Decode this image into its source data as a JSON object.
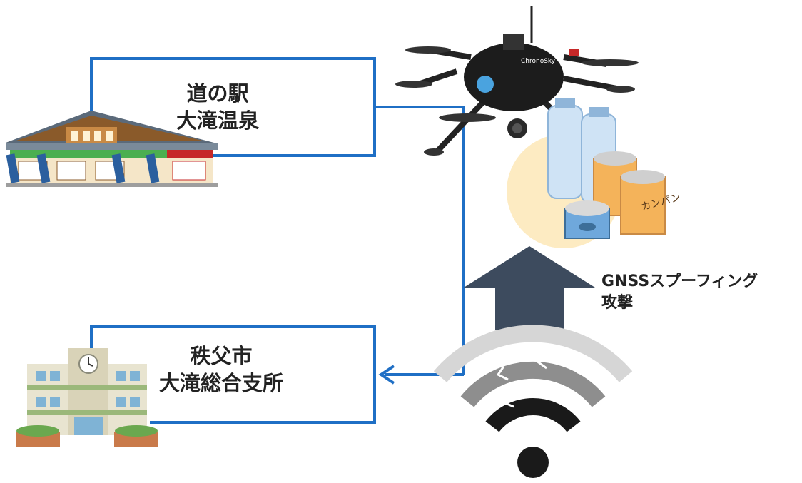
{
  "diagram": {
    "station": {
      "line1": "道の駅",
      "line2": "大滝温泉"
    },
    "office": {
      "line1": "秩父市",
      "line2": "大滝総合支所"
    },
    "attack": {
      "line1": "GNSSスプーフィング",
      "line2": "攻撃"
    },
    "drone_brand": "ChronoSky",
    "can_text": "カンパン",
    "colors": {
      "route_line": "#1f6fc5",
      "arrow": "#3d4b5e",
      "signal_light": "#d6d6d6",
      "signal_mid": "#8e8e8e",
      "signal_dark": "#1a1a1a",
      "supply_bg": "#fdebc2"
    }
  }
}
